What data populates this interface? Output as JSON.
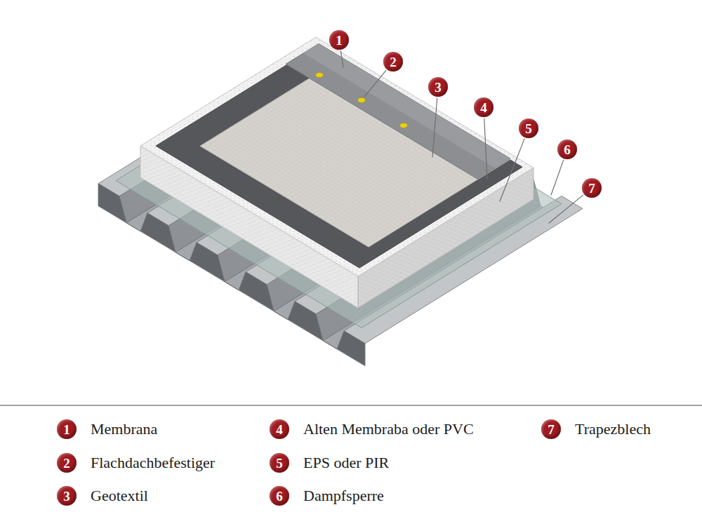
{
  "diagram": {
    "labels": [
      "1",
      "2",
      "3",
      "4",
      "5",
      "6",
      "7",
      "1",
      "2",
      "3",
      "4",
      "5",
      "6",
      "7"
    ],
    "legend": [
      {
        "text": "Membrana"
      },
      {
        "text": "Flachdachbefestiger"
      },
      {
        "text": "Geotextil"
      },
      {
        "text": "Alten Membraba oder PVC"
      },
      {
        "text": "EPS oder PIR"
      },
      {
        "text": "Dampfsperre"
      },
      {
        "text": "Trapezblech"
      }
    ]
  }
}
